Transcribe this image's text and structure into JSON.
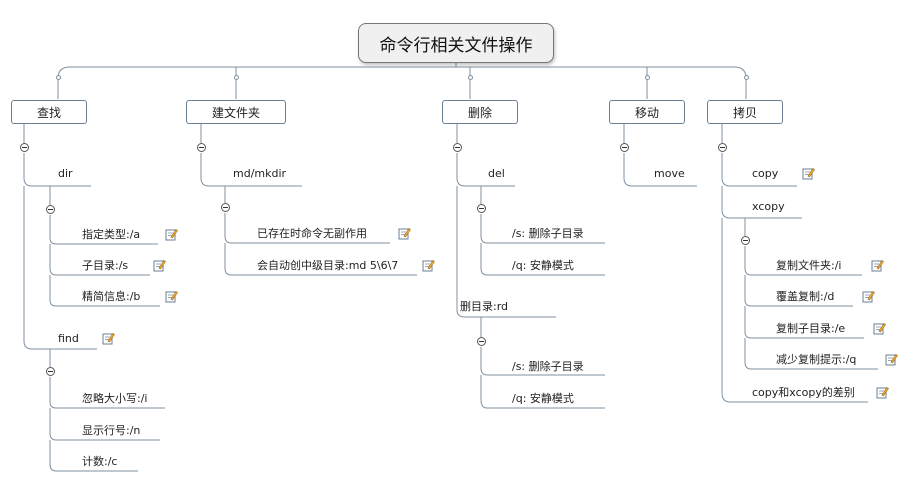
{
  "title": "命令行相关文件操作",
  "branches": {
    "search": "查找",
    "mkdir": "建文件夹",
    "delete": "删除",
    "move": "移动",
    "copy": "拷贝"
  },
  "search": {
    "dir": "dir",
    "dir_items": [
      "指定类型:/a",
      "子目录:/s",
      "精简信息:/b"
    ],
    "find": "find",
    "find_items": [
      "忽略大小写:/i",
      "显示行号:/n",
      "计数:/c"
    ]
  },
  "mkdir": {
    "cmd": "md/mkdir",
    "items": [
      "已存在时命令无副作用",
      "会自动创中级目录:md 5\\6\\7"
    ]
  },
  "delete": {
    "del": "del",
    "del_items": [
      "/s: 删除子目录",
      "/q: 安静模式"
    ],
    "rd": "删目录:rd",
    "rd_items": [
      "/s: 删除子目录",
      "/q: 安静模式"
    ]
  },
  "move": {
    "cmd": "move"
  },
  "copy": {
    "copy": "copy",
    "xcopy": "xcopy",
    "xcopy_items": [
      "复制文件夹:/i",
      "覆盖复制:/d",
      "复制子目录:/e",
      "减少复制提示:/q"
    ],
    "diff": "copy和xcopy的差别"
  }
}
